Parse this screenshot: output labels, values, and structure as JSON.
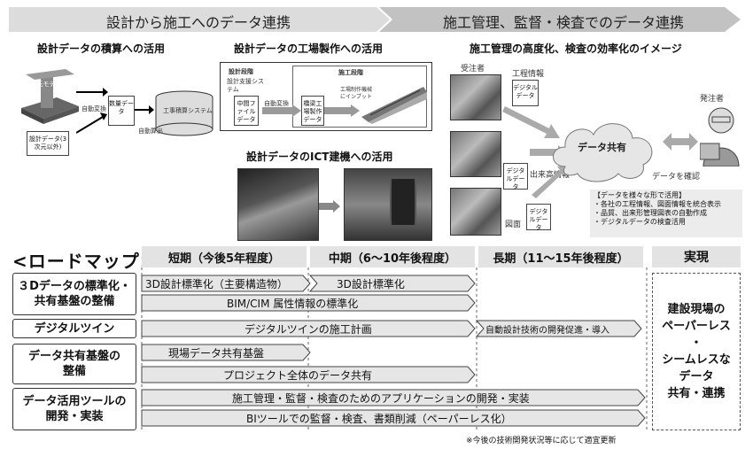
{
  "header": {
    "left": "設計から施工へのデータ連携",
    "right": "施工管理、監督・検査でのデータ連携"
  },
  "estimation": {
    "title": "設計データの積算への活用",
    "model_label": "3次元モデル",
    "auto_convert": "自動変換",
    "design_data_doc": "設計データ(3次元以外)",
    "quantity_doc": "数量データ",
    "system": "工事積算システム",
    "auto_calc": "自動算出"
  },
  "factory": {
    "title": "設計データの工場製作への活用",
    "design_stage": "設計段階",
    "design_support": "設計支援システム",
    "intermediate_file": "中間ファイルデータ",
    "auto_convert": "自動変換",
    "construction_stage": "施工段階",
    "fabrication_data": "橋梁工場製作データ",
    "input": "工場制作機械にインプット"
  },
  "ict": {
    "title": "設計データのICT建機への活用"
  },
  "management": {
    "title": "施工管理の高度化、検査の効率化のイメージ",
    "contractor": "受注者",
    "schedule_info": "工程情報",
    "digital_data": "デジタルデータ",
    "cloud": "データ共有",
    "as_built": "出来高情報",
    "drawing": "図面",
    "client": "発注者",
    "confirm": "データを確認",
    "notes": [
      "【データを様々な形で活用】",
      "・各社の工程情報、図面情報を統合表示",
      "・品質、出来形管理図表の自動作成",
      "・デジタルデータの検査活用"
    ]
  },
  "roadmap": {
    "title": "<ロードマップ>",
    "short": "短期（今後5年程度）",
    "mid": "中期（6〜10年後程度）",
    "long": "長期（11〜15年後程度）",
    "realize": "実現",
    "rows": [
      {
        "label1": "３Dデータの標準化・",
        "label2": "共有基盤の整備"
      },
      {
        "label1": "デジタルツイン",
        "label2": ""
      },
      {
        "label1": "データ共有基盤の",
        "label2": "整備"
      },
      {
        "label1": "データ活用ツールの",
        "label2": "開発・実装"
      }
    ],
    "bars": {
      "std_struct": "3D設計標準化（主要構造物）",
      "std": "3D設計標準化",
      "bim": "BIM/CIM 属性情報の標準化",
      "twin": "デジタルツインの施工計画",
      "auto_design": "自動設計技術の開発促進・導入",
      "site_share": "現場データ共有基盤",
      "project_share": "プロジェクト全体のデータ共有",
      "app_dev": "施工管理・監督・検査のためのアプリケーションの開発・実装",
      "bi": "BIツールでの監督・検査、書類削減（ペーパーレス化）"
    },
    "realize_lines": [
      "建設現場の",
      "ペーパーレス",
      "・",
      "シームレスな",
      "データ",
      "共有・連携"
    ],
    "footnote": "※今後の技術開発状況等に応じて適宜更新"
  }
}
